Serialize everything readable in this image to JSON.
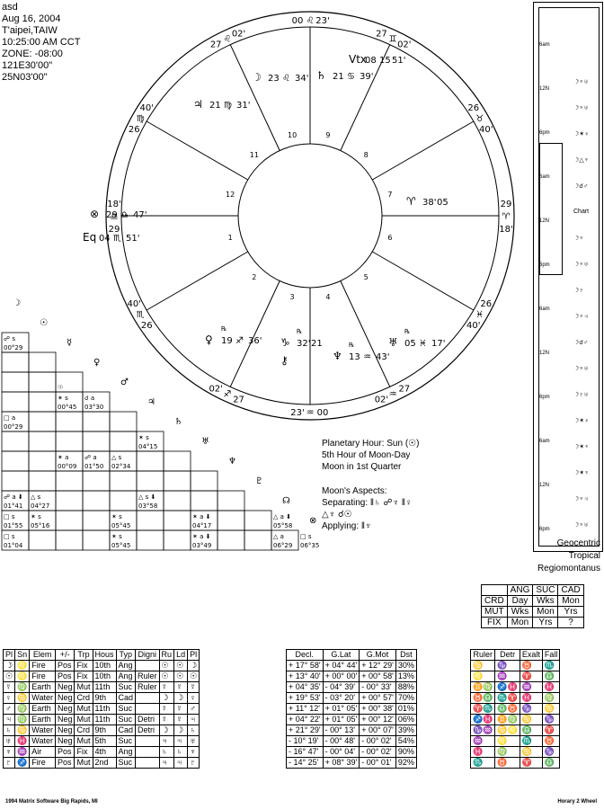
{
  "header": [
    "asd",
    "Aug 16, 2004",
    "T'aipei,TAIW",
    "10:25:00 AM CCT",
    "ZONE: -08:00",
    "121E30'00\"",
    "25N03'00\""
  ],
  "cusps": [
    {
      "deg": "00",
      "sign": "♒",
      "min": "23'"
    },
    {
      "deg": "27",
      "sign": "♒",
      "min": "02'"
    },
    {
      "deg": "26",
      "sign": "♓",
      "min": "40'"
    },
    {
      "deg": "29",
      "sign": "♈",
      "min": "18'"
    },
    {
      "deg": "26",
      "sign": "♉",
      "min": "40'"
    },
    {
      "deg": "27",
      "sign": "♊",
      "min": "02'"
    },
    {
      "deg": "00",
      "sign": "♌",
      "min": "23'"
    },
    {
      "deg": "27",
      "sign": "♌",
      "min": "02'"
    },
    {
      "deg": "26",
      "sign": "♍",
      "min": "40'"
    },
    {
      "deg": "29",
      "sign": "♎",
      "min": "18'"
    },
    {
      "deg": "26",
      "sign": "♏",
      "min": "40'"
    },
    {
      "deg": "27",
      "sign": "♐",
      "min": "02'"
    }
  ],
  "house_numbers": [
    "1",
    "2",
    "3",
    "4",
    "5",
    "6",
    "7",
    "8",
    "9",
    "10",
    "11",
    "12"
  ],
  "planet_marks": [
    {
      "g": "⊗",
      "d": "29",
      "s": "♎",
      "m": "47'"
    },
    {
      "g": "Eq",
      "d": "04",
      "s": "♏",
      "m": "51'"
    },
    {
      "g": "♀",
      "d": "19",
      "s": "♐",
      "m": "36'",
      "r": "℞"
    },
    {
      "g": "♑",
      "d": "32'",
      "s": "21",
      "m": "",
      "r": "℞"
    },
    {
      "g": "⚷",
      "d": "",
      "s": "",
      "m": ""
    },
    {
      "g": "♆",
      "d": "13",
      "s": "♒",
      "m": "43'",
      "r": "℞"
    },
    {
      "g": "♅",
      "d": "05",
      "s": "♓",
      "m": "17'",
      "r": "℞"
    },
    {
      "g": "♈",
      "d": "38'",
      "s": "05",
      "m": ""
    },
    {
      "g": "♄",
      "d": "21",
      "s": "♋",
      "m": "39'"
    },
    {
      "g": "Vtx",
      "d": "08",
      "s": "15",
      "m": "51'"
    },
    {
      "g": "☽",
      "d": "23",
      "s": "♌",
      "m": "34'"
    },
    {
      "g": "♃",
      "d": "21",
      "s": "♍",
      "m": "31'"
    }
  ],
  "grid": {
    "row_glyphs": [
      "☽",
      "☉",
      "☿",
      "♀",
      "♂",
      "♃",
      "♄",
      "♅",
      "♆",
      "♇",
      "☊",
      "⊗"
    ],
    "cells": [
      [
        "☍ s",
        "00°29"
      ],
      [
        "",
        "☉"
      ],
      [
        "✶ s",
        "00°45"
      ],
      [
        "☌ a",
        "03°30"
      ],
      [
        "✶ s",
        "04°15"
      ],
      [
        "✶ a",
        "00°09"
      ],
      [
        "☍ a",
        "01°50"
      ],
      [
        "△ s",
        "02°34"
      ],
      [
        "☍ a ⬇",
        "01°41"
      ],
      [
        "△ s",
        "04°27"
      ],
      [
        "△ s ⬇",
        "03°58"
      ],
      [
        "□ s",
        "01°55"
      ],
      [
        "✶ s",
        "05°16"
      ],
      [
        "✶ s",
        "05°45"
      ],
      [
        "✶ a ⬇",
        "04°17"
      ],
      [
        "△ a ⬇",
        "05°58"
      ],
      [
        "□ s",
        "01°04"
      ],
      [
        "✶ s",
        "05°45"
      ],
      [
        "✶ a ⬇",
        "03°49"
      ],
      [
        "△ a",
        "06°29"
      ],
      [
        "□ s",
        "06°35"
      ],
      [
        "□ a",
        "00°29"
      ]
    ]
  },
  "moon_info": {
    "lines": [
      "Planetary Hour: Sun (☉)",
      "5th Hour of Moon-Day",
      "Moon in 1st Quarter"
    ],
    "aspects_title": "Moon's Aspects:",
    "separating": "Separating: ‖♄ ☍♆ ‖♀",
    "separating2": "△♆ ☌☉",
    "applying": "Applying: ‖♆"
  },
  "system": [
    "Geocentric",
    "Tropical",
    "Regiomontanus"
  ],
  "modality": {
    "cols": [
      "",
      "ANG",
      "SUC",
      "CAD"
    ],
    "rows": [
      [
        "CRD",
        "Day",
        "Wks",
        "Mon"
      ],
      [
        "MUT",
        "Wks",
        "Mon",
        "Yrs"
      ],
      [
        "FIX",
        "Mon",
        "Yrs",
        "?"
      ]
    ]
  },
  "planets_table": {
    "headers": [
      "Pl",
      "Sn",
      "Elem",
      "+/-",
      "Trp",
      "Hous",
      "Typ",
      "Digni",
      "Ru",
      "Ld",
      "Pl"
    ],
    "rows": [
      [
        "☽",
        "♌",
        "Fire",
        "Pos",
        "Fix",
        "10th",
        "Ang",
        "",
        "☉",
        "☉",
        "☽"
      ],
      [
        "☉",
        "♌",
        "Fire",
        "Pos",
        "Fix",
        "10th",
        "Ang",
        "Ruler",
        "☉",
        "☉",
        "☉"
      ],
      [
        "☿",
        "♍",
        "Earth",
        "Neg",
        "Mut",
        "11th",
        "Suc",
        "Ruler",
        "☿",
        "☿",
        "☿"
      ],
      [
        "♀",
        "♋",
        "Water",
        "Neg",
        "Crd",
        "9th",
        "Cad",
        "",
        "☽",
        "☽",
        "♀"
      ],
      [
        "♂",
        "♍",
        "Earth",
        "Neg",
        "Mut",
        "11th",
        "Suc",
        "",
        "☿",
        "☿",
        "♂"
      ],
      [
        "♃",
        "♍",
        "Earth",
        "Neg",
        "Mut",
        "11th",
        "Suc",
        "Detri",
        "☿",
        "☿",
        "♃"
      ],
      [
        "♄",
        "♋",
        "Water",
        "Neg",
        "Crd",
        "9th",
        "Cad",
        "Detri",
        "☽",
        "☽",
        "♄"
      ],
      [
        "♅",
        "♓",
        "Water",
        "Neg",
        "Mut",
        "5th",
        "Suc",
        "",
        "♃",
        "♃",
        "♅"
      ],
      [
        "♆",
        "♒",
        "Air",
        "Pos",
        "Fix",
        "4th",
        "Ang",
        "",
        "♄",
        "♄",
        "♆"
      ],
      [
        "♇",
        "♐",
        "Fire",
        "Pos",
        "Mut",
        "2nd",
        "Suc",
        "",
        "♃",
        "♃",
        "♇"
      ]
    ]
  },
  "decl_table": {
    "headers": [
      "Decl.",
      "G.Lat",
      "G.Mot",
      "Dst"
    ],
    "rows": [
      [
        "+ 17° 58'",
        "+ 04° 44'",
        "+ 12° 29'",
        "30%"
      ],
      [
        "+ 13° 40'",
        "+ 00° 00'",
        "+ 00° 58'",
        "13%"
      ],
      [
        "+ 04° 35'",
        "- 04° 39'",
        "- 00° 33'",
        "88%"
      ],
      [
        "+ 19° 53'",
        "- 03° 20'",
        "+ 00° 57'",
        "70%"
      ],
      [
        "+ 11° 12'",
        "+ 01° 05'",
        "+ 00° 38'",
        "01%"
      ],
      [
        "+ 04° 22'",
        "+ 01° 05'",
        "+ 00° 12'",
        "06%"
      ],
      [
        "+ 21° 29'",
        "- 00° 13'",
        "+ 00° 07'",
        "39%"
      ],
      [
        "- 10° 19'",
        "- 00° 48'",
        "- 00° 02'",
        "54%"
      ],
      [
        "- 16° 47'",
        "- 00° 04'",
        "- 00° 02'",
        "90%"
      ],
      [
        "- 14° 25'",
        "+ 08° 39'",
        "- 00° 01'",
        "92%"
      ]
    ]
  },
  "ruler_table": {
    "headers": [
      "Ruler",
      "Detr",
      "Exalt",
      "Fall"
    ],
    "rows": [
      [
        "♋",
        "♑",
        "♉",
        "♏"
      ],
      [
        "♌",
        "♒",
        "♈",
        "♎"
      ],
      [
        "♊♍",
        "♐♓",
        "♒",
        "♓"
      ],
      [
        "♉♎",
        "♏♈",
        "♓",
        "♍"
      ],
      [
        "♈♏",
        "♎♉",
        "♑",
        "♋"
      ],
      [
        "♐♓",
        "♊♍",
        "♋",
        "♑"
      ],
      [
        "♑♒",
        "♋♌",
        "♎",
        "♈"
      ],
      [
        "♒",
        "♌",
        "♏",
        "♉"
      ],
      [
        "♓",
        "♍",
        "♋",
        "♑"
      ],
      [
        "♏",
        "♉",
        "♈",
        "♎"
      ]
    ]
  },
  "timeline": {
    "ticks": [
      "6am",
      "12N",
      "6pm",
      "6am",
      "12N",
      "6pm",
      "6am",
      "12N",
      "6pm",
      "6am",
      "12N",
      "6pm"
    ],
    "events": [
      "☽♆♅",
      "☽♆♅",
      "☽✶♀",
      "☽△♆",
      "☽☌♂",
      "Chart",
      "☽♆",
      "☽♆♅",
      "☽♇",
      "☽♆♃",
      "☽☌♂",
      "☽♆♅",
      "☽♇♅",
      "☽✶♀",
      "☽✶♆",
      "☽✶♆",
      "☽♆♃",
      "☽♆♅"
    ]
  },
  "footer": {
    "left": "1994 Matrix Software Big Rapids, MI",
    "right": "Horary 2 Wheel"
  }
}
